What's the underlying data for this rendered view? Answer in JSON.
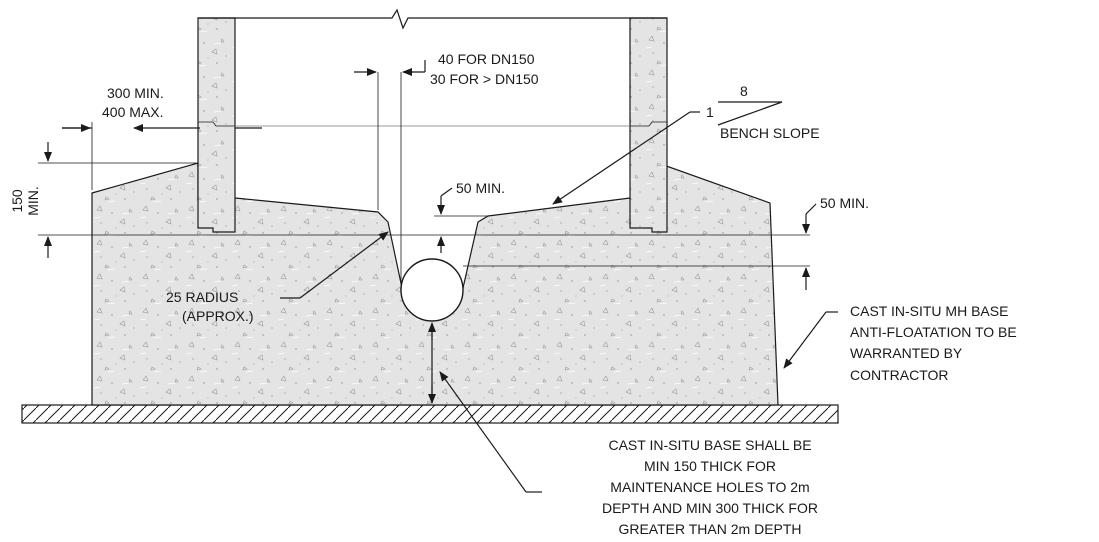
{
  "labels": {
    "wall_thickness": [
      "300 MIN.",
      "400 MAX."
    ],
    "channel_clearance": [
      "40 FOR DN150",
      "30 FOR > DN150"
    ],
    "slope_rise": "1",
    "slope_run": "8",
    "bench_slope": "BENCH SLOPE",
    "vertical_min": [
      "150",
      "MIN."
    ],
    "bench_min_left": "50 MIN.",
    "bench_min_right": "50 MIN.",
    "radius": [
      "25 RADIUS",
      "(APPROX.)"
    ],
    "base_note": [
      "CAST IN-SITU MH BASE",
      "ANTI-FLOATATION TO BE",
      "WARRANTED BY",
      "CONTRACTOR"
    ],
    "thickness_note": [
      "CAST IN-SITU BASE SHALL BE",
      "MIN 150 THICK FOR",
      "MAINTENANCE HOLES TO 2m",
      "DEPTH AND MIN 300 THICK FOR",
      "GREATER THAN 2m DEPTH"
    ]
  }
}
